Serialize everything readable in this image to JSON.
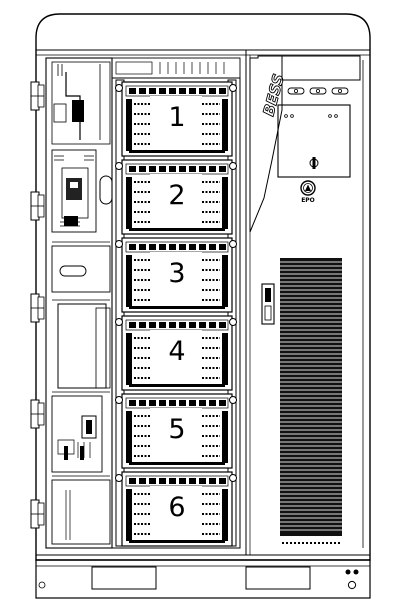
{
  "brand_label": "BESS",
  "epo_label": "EPO",
  "modules": [
    {
      "number": "1"
    },
    {
      "number": "2"
    },
    {
      "number": "3"
    },
    {
      "number": "4"
    },
    {
      "number": "5"
    },
    {
      "number": "6"
    }
  ]
}
